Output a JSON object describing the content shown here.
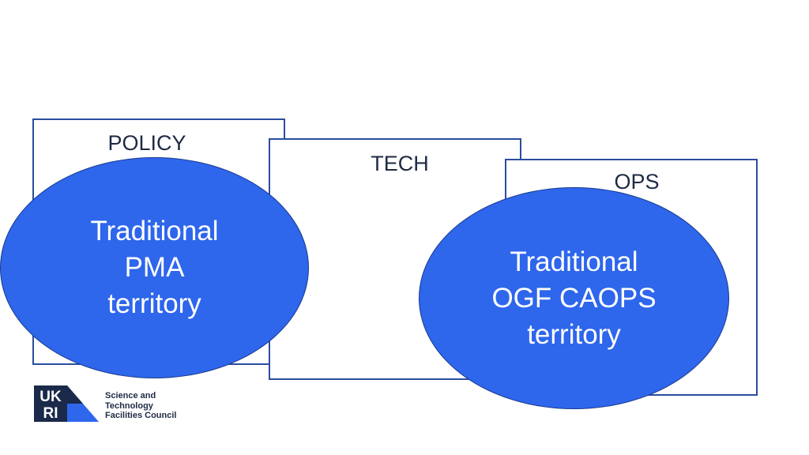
{
  "diagram": {
    "boxes": [
      {
        "label": "POLICY"
      },
      {
        "label": "TECH"
      },
      {
        "label": "OPS"
      }
    ],
    "ellipses": [
      {
        "text": "Traditional\nPMA\nterritory"
      },
      {
        "text": "Traditional\nOGF CAOPS\nterritory"
      }
    ]
  },
  "logo": {
    "mark": "UKRI",
    "lines": [
      "Science and",
      "Technology",
      "Facilities Council"
    ]
  },
  "colors": {
    "box_border": "#2a4d9e",
    "ellipse_fill": "#2e66ec",
    "logo_dark": "#1b2a4a"
  }
}
